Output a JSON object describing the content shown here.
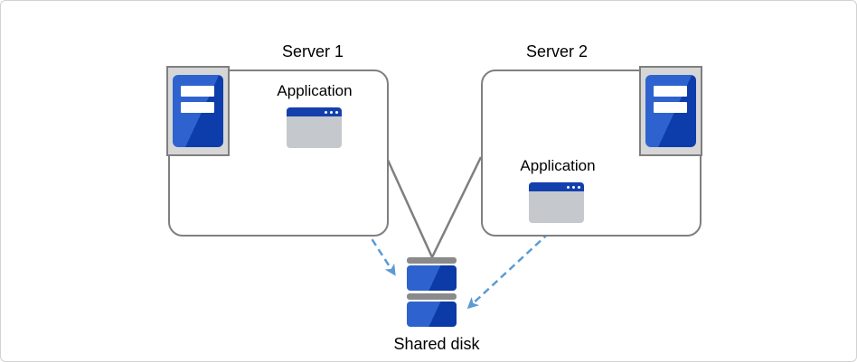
{
  "diagram": {
    "server1": {
      "title": "Server 1",
      "app_label": "Application"
    },
    "server2": {
      "title": "Server 2",
      "app_label": "Application"
    },
    "shared_disk": {
      "label": "Shared disk"
    },
    "icons": [
      "tower-server-icon",
      "application-window-icon",
      "shared-disk-stack-icon"
    ],
    "connectors": {
      "solid_lines": [
        {
          "from": "server1-box",
          "to": "shared-disk",
          "style": "solid gray"
        },
        {
          "from": "server2-box",
          "to": "shared-disk",
          "style": "solid gray"
        }
      ],
      "dashed_arrows": [
        {
          "from": "application-1",
          "to": "shared-disk",
          "style": "dashed blue arrow"
        },
        {
          "from": "application-2",
          "to": "shared-disk",
          "style": "dashed blue arrow"
        }
      ]
    }
  },
  "colors": {
    "box_border_gray": "#7f7f7f",
    "icon_frame_fill": "#d6d6d6",
    "blue_light": "#2e63cf",
    "blue_dark": "#0d3dab",
    "app_titlebar_blue": "#1440ae",
    "app_window_body_gray": "#c5c8cc",
    "disk_cap_gray": "#8a8a8a",
    "connector_gray": "#7f7f7f",
    "arrow_blue": "#5b9bd5",
    "page_border": "#d2d2d2",
    "text": "#000000"
  }
}
